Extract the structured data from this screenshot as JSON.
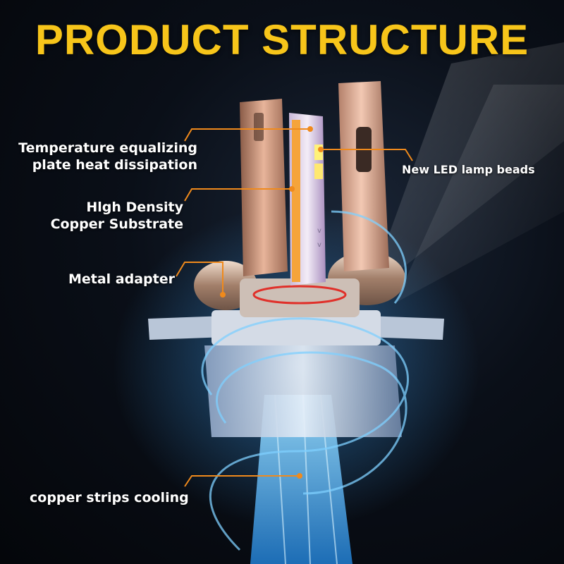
{
  "title": "PRODUCT STRUCTURE",
  "labels": {
    "temperature_line1": "Temperature equalizing",
    "temperature_line2": "plate heat dissipation",
    "copper_line1": "Hlgh Density",
    "copper_line2": "Copper Substrate",
    "metal_adapter": "Metal adapter",
    "led_beads": "New LED lamp beads",
    "copper_strips": "copper strips cooling"
  },
  "colors": {
    "title": "#f7c51a",
    "callout_line": "#f08a1c",
    "label_text": "#ffffff",
    "glow_blue": "#3fa9ff"
  }
}
